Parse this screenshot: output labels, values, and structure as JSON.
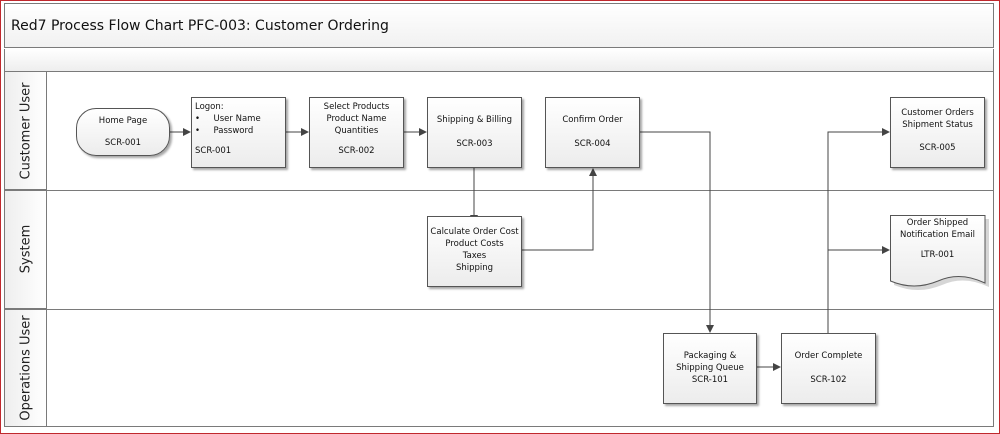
{
  "title": "Red7 Process Flow Chart PFC-003: Customer Ordering",
  "lanes": {
    "customer": "Customer User",
    "system": "System",
    "operations": "Operations User"
  },
  "nodes": {
    "home": {
      "line1": "Home Page",
      "line2": "SCR-001"
    },
    "logon": {
      "title": "Logon:",
      "bullet1": "User Name",
      "bullet2": "Password",
      "code": "SCR-001"
    },
    "select": {
      "line1": "Select Products",
      "line2": "Product Name",
      "line3": "Quantities",
      "code": "SCR-002"
    },
    "shipping_billing": {
      "line1": "Shipping & Billing",
      "code": "SCR-003"
    },
    "confirm": {
      "line1": "Confirm Order",
      "code": "SCR-004"
    },
    "customer_orders": {
      "line1": "Customer Orders",
      "line2": "Shipment Status",
      "code": "SCR-005"
    },
    "calculate": {
      "line1": "Calculate Order Cost",
      "line2": "Product Costs",
      "line3": "Taxes",
      "line4": "Shipping"
    },
    "email": {
      "line1": "Order Shipped",
      "line2": "Notification Email",
      "code": "LTR-001"
    },
    "packaging": {
      "line1": "Packaging &",
      "line2": "Shipping Queue",
      "code": "SCR-101"
    },
    "complete": {
      "line1": "Order Complete",
      "code": "SCR-102"
    }
  },
  "colors": {
    "frame": "#c0282d",
    "line": "#444444"
  }
}
